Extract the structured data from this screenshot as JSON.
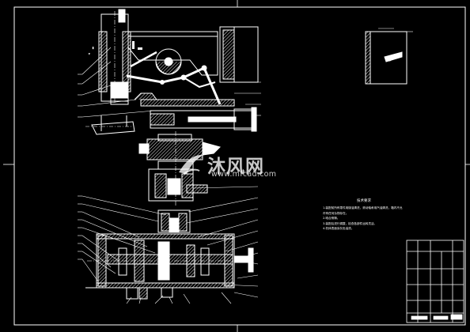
{
  "watermark": {
    "brand": "沐风网",
    "url": "www.mfcad.com"
  },
  "colors": {
    "background": "#000000",
    "frame": "#ffffff",
    "outline": "#ffffff",
    "hatch": "#ffffff",
    "leader": "#ffffff"
  },
  "notes": {
    "heading": "技术要求",
    "lines": [
      "1.装配前所有零件用煤油清洗，滚动轴承用汽油清洗，箱内不允许有任何杂物存在。",
      "2.啮合侧隙。",
      "3.装配后进行调整，检查各部件运转灵活。",
      "4.机体表面涂灰色油漆。"
    ]
  }
}
